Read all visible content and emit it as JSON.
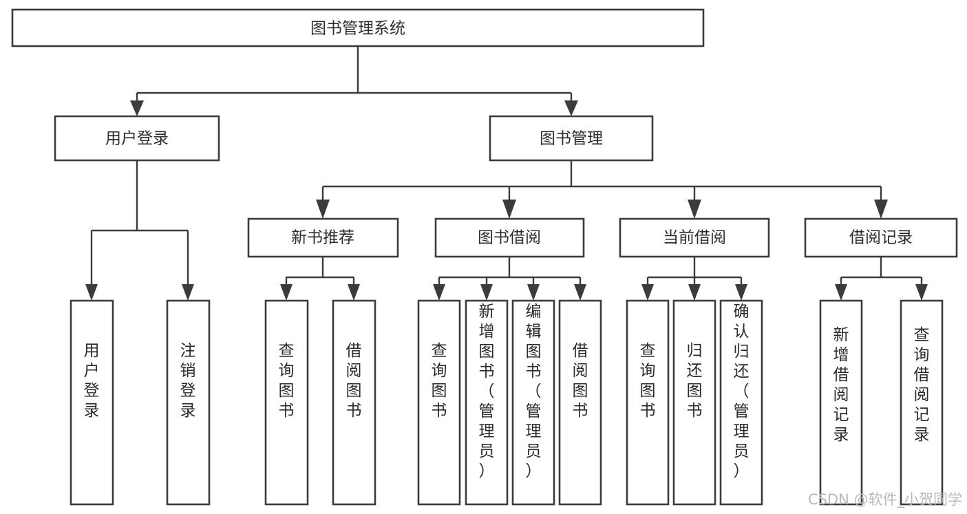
{
  "diagram": {
    "type": "tree",
    "title": "图书管理系统",
    "orientation": "top-down",
    "background_color": "#ffffff",
    "line_color": "#3b3b3b",
    "text_color": "#2b2b2b",
    "root": {
      "id": "root",
      "label": "图书管理系统",
      "text_orientation": "horizontal"
    },
    "level2": [
      {
        "id": "user-login",
        "label": "用户登录",
        "text_orientation": "horizontal"
      },
      {
        "id": "book-manage",
        "label": "图书管理",
        "text_orientation": "horizontal"
      }
    ],
    "level3": [
      {
        "id": "new-book-recommend",
        "label": "新书推荐",
        "text_orientation": "horizontal"
      },
      {
        "id": "book-borrow",
        "label": "图书借阅",
        "text_orientation": "horizontal"
      },
      {
        "id": "current-borrow",
        "label": "当前借阅",
        "text_orientation": "horizontal"
      },
      {
        "id": "borrow-record",
        "label": "借阅记录",
        "text_orientation": "horizontal"
      }
    ],
    "leaves": {
      "user-login": [
        {
          "id": "leaf-user-login",
          "label": "用户登录",
          "text_orientation": "vertical"
        },
        {
          "id": "leaf-logout-login",
          "label": "注销登录",
          "text_orientation": "vertical"
        }
      ],
      "new-book-recommend": [
        {
          "id": "leaf-query-book-1",
          "label": "查询图书",
          "text_orientation": "vertical"
        },
        {
          "id": "leaf-borrow-book-1",
          "label": "借阅图书",
          "text_orientation": "vertical"
        }
      ],
      "book-borrow": [
        {
          "id": "leaf-query-book-2",
          "label": "查询图书",
          "text_orientation": "vertical"
        },
        {
          "id": "leaf-add-book",
          "label": "新增图书（管理员）",
          "text_orientation": "vertical"
        },
        {
          "id": "leaf-edit-book",
          "label": "编辑图书（管理员）",
          "text_orientation": "vertical"
        },
        {
          "id": "leaf-borrow-book-2",
          "label": "借阅图书",
          "text_orientation": "vertical"
        }
      ],
      "current-borrow": [
        {
          "id": "leaf-query-book-3",
          "label": "查询图书",
          "text_orientation": "vertical"
        },
        {
          "id": "leaf-return-book",
          "label": "归还图书",
          "text_orientation": "vertical"
        },
        {
          "id": "leaf-confirm-return",
          "label": "确认归还（管理员）",
          "text_orientation": "vertical"
        }
      ],
      "borrow-record": [
        {
          "id": "leaf-add-record",
          "label": "新增借阅记录",
          "text_orientation": "vertical"
        },
        {
          "id": "leaf-query-record",
          "label": "查询借阅记录",
          "text_orientation": "vertical"
        }
      ]
    }
  },
  "watermark": {
    "text": "CSDN @软件_小贺同学"
  }
}
